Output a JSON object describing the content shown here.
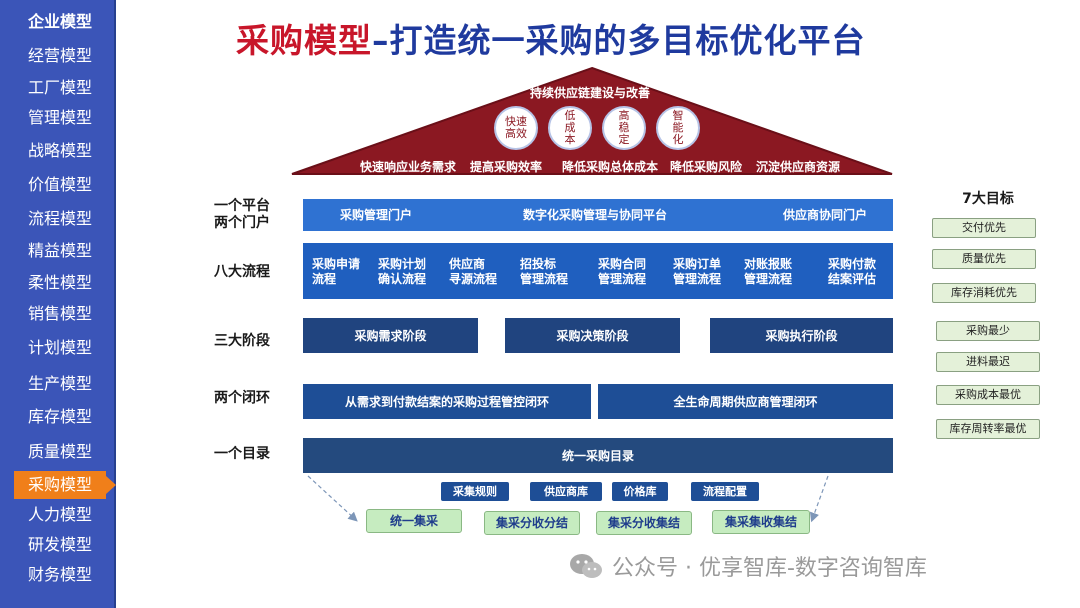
{
  "sidebar": {
    "header": "企业模型",
    "items": [
      "经营模型",
      "工厂模型",
      "管理模型",
      "战略模型",
      "价值模型",
      "流程模型",
      "精益模型",
      "柔性模型",
      "销售模型",
      "计划模型",
      "生产模型",
      "库存模型",
      "质量模型",
      "采购模型",
      "人力模型",
      "研发模型",
      "财务模型"
    ],
    "active": "采购模型"
  },
  "title": {
    "part1": "采购模型",
    "part2": "–打造统一采购的多目标优化平台"
  },
  "roof": {
    "top": "持续供应链建设与改善",
    "circles": [
      "快速\n高效",
      "低\n成\n本",
      "高\n稳\n定",
      "智\n能\n化"
    ],
    "bottom": [
      "快速响应业务需求",
      "提高采购效率",
      "降低采购总体成本",
      "降低采购风险",
      "沉淀供应商资源"
    ]
  },
  "rows": {
    "platform": {
      "label": "一个平台\n两个门户",
      "items": [
        "采购管理门户",
        "数字化采购管理与协同平台",
        "供应商协同门户"
      ]
    },
    "processes": {
      "label": "八大流程",
      "items": [
        "采购申请\n流程",
        "采购计划\n确认流程",
        "供应商\n寻源流程",
        "招投标\n管理流程",
        "采购合同\n管理流程",
        "采购订单\n管理流程",
        "对账报账\n管理流程",
        "采购付款\n结案评估"
      ]
    },
    "stages": {
      "label": "三大阶段",
      "items": [
        "采购需求阶段",
        "采购决策阶段",
        "采购执行阶段"
      ]
    },
    "loops": {
      "label": "两个闭环",
      "items": [
        "从需求到付款结案的采购过程管控闭环",
        "全生命周期供应商管理闭环"
      ]
    },
    "catalog": {
      "label": "一个目录",
      "items": [
        "统一采购目录"
      ]
    }
  },
  "bottom_tags": [
    "采集规则",
    "供应商库",
    "价格库",
    "流程配置"
  ],
  "modes": [
    "统一集采",
    "集采分收分结",
    "集采分收集结",
    "集采集收集结"
  ],
  "goals": {
    "title": "7大目标",
    "items": [
      "交付优先",
      "质量优先",
      "库存消耗优先",
      "采购最少",
      "进料最迟",
      "采购成本最优",
      "库存周转率最优"
    ]
  },
  "watermark": "公众号 · 优享智库-数字咨询智库",
  "colors": {
    "sidebar": "#3b55b8",
    "active": "#f07f1a",
    "roof": "#8b1822",
    "navy": "#20447f",
    "light_blue": "#2f72d2",
    "goal_bg": "#e4f1d9",
    "mode_bg": "#c6ecc0"
  }
}
